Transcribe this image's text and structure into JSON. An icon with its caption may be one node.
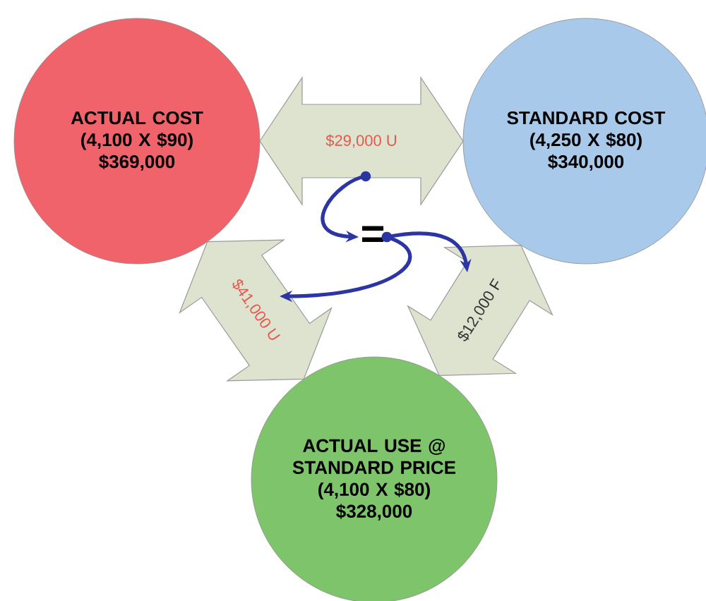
{
  "diagram": {
    "nodes": [
      {
        "text": [
          "ACTUAL COST",
          "(4,100 X $90)",
          "$369,000"
        ]
      },
      {
        "text": [
          "STANDARD COST",
          "(4,250 X $80)",
          "$340,000"
        ]
      },
      {
        "text": [
          "ACTUAL USE @ STANDARD PRICE",
          "(4,100 X $80)",
          "$328,000"
        ]
      },
      {
        "text": [
          "="
        ]
      }
    ],
    "edges": [
      {
        "from": 0,
        "to": 1,
        "arrow": "both",
        "label": "$29,000 U",
        "style": "thick"
      },
      {
        "from": 0,
        "to": 2,
        "arrow": "both",
        "label": "$41,000 U",
        "style": "thick"
      },
      {
        "from": 1,
        "to": 2,
        "arrow": "both",
        "label": "$12,000 F",
        "style": "thick"
      },
      {
        "from": null,
        "to": 3,
        "arrow": "to",
        "color": "#2b35a3"
      },
      {
        "from": 3,
        "to": null,
        "arrow": "to",
        "color": "#2b35a3"
      },
      {
        "from": 3,
        "to": null,
        "arrow": "to",
        "color": "#2b35a3"
      }
    ]
  }
}
